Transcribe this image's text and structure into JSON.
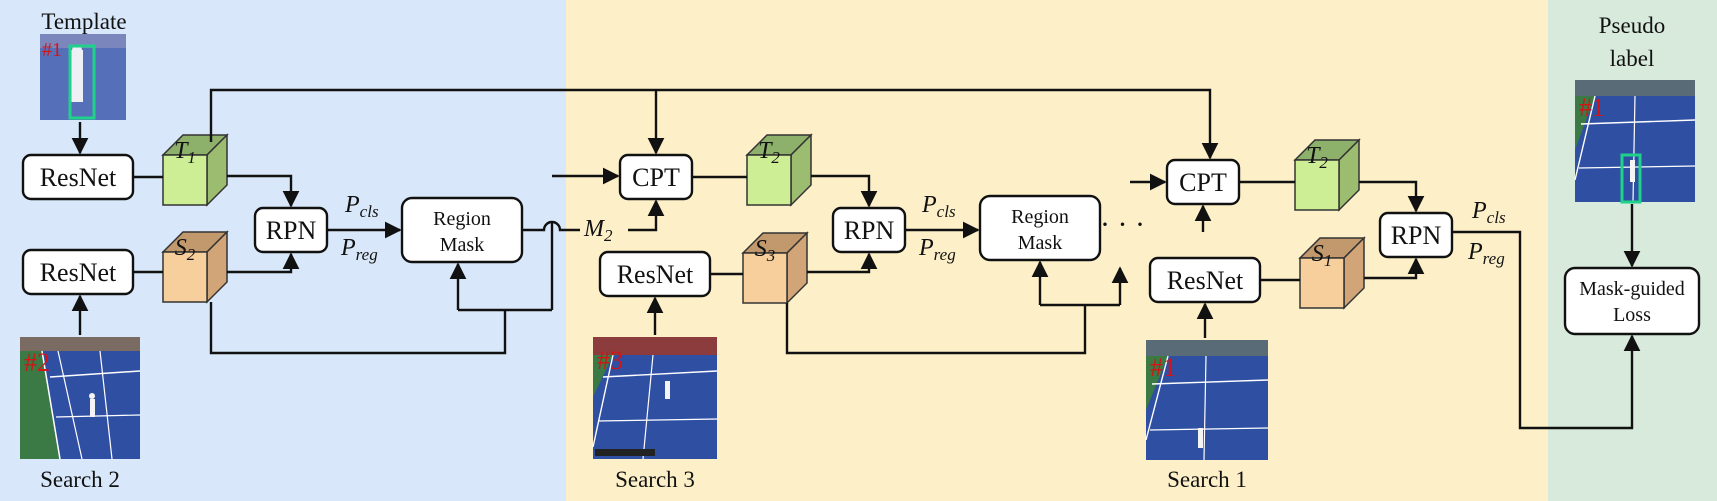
{
  "colors": {
    "panel_left": "#d8e7f9",
    "panel_mid": "#fdf0c9",
    "panel_right": "#d7eadb",
    "court_blue": "#2f4fa3",
    "court_green": "#4f8f4c",
    "box_highlight": "#1fd18a",
    "frame_number": "#d21414",
    "cube_template_front": "#cdee95",
    "cube_template_top": "#8db06b",
    "cube_search_front": "#f7cf9c",
    "cube_search_top": "#c2996c"
  },
  "labels": {
    "template": "Template",
    "pseudo_label_line1": "Pseudo",
    "pseudo_label_line2": "label",
    "search2": "Search 2",
    "search3": "Search 3",
    "search1": "Search 1",
    "frame1": "#1",
    "frame2": "#2",
    "frame3": "#3"
  },
  "blocks": {
    "resnet": "ResNet",
    "rpn": "RPN",
    "cpt": "CPT",
    "region_mask_line1": "Region",
    "region_mask_line2": "Mask",
    "mask_loss_line1": "Mask-guided",
    "mask_loss_line2": "Loss",
    "ellipsis": "· · ·"
  },
  "features": {
    "t_base": "T",
    "t1_sub": "1",
    "t2_sub": "2",
    "s_base": "S",
    "s2_sub": "2",
    "s3_sub": "3",
    "s1_sub": "1"
  },
  "math": {
    "p": "P",
    "cls": "cls",
    "reg": "reg",
    "m": "M",
    "m2_sub": "2"
  }
}
